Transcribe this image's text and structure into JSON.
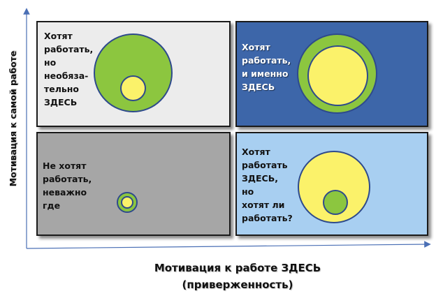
{
  "axes": {
    "y_label": "Мотивация к самой работе",
    "x_label_line1": "Мотивация к работе  ЗДЕСЬ",
    "x_label_line2": "(приверженность)"
  },
  "quadrants": {
    "top_left": {
      "text": "Хотят\nработать,\nно\nнеобяза-\nтельно\nЗДЕСЬ",
      "outer_circle": "green",
      "inner_circle": "yellow"
    },
    "top_right": {
      "text": "Хотят\nработать,\nи именно\nЗДЕСЬ",
      "outer_circle": "green",
      "inner_circle": "yellow"
    },
    "bottom_left": {
      "text": "Не хотят\nработать,\nневажно\nгде",
      "outer_circle": "green",
      "inner_circle": "yellow"
    },
    "bottom_right": {
      "text": "Хотят\nработать\nЗДЕСЬ,\nно\nхотят ли\nработать?",
      "outer_circle": "yellow",
      "inner_circle": "green"
    }
  },
  "colors": {
    "top_left_bg": "#ececec",
    "top_right_bg": "#3d66a9",
    "bottom_left_bg": "#a6a6a6",
    "bottom_right_bg": "#a8cff1",
    "green": "#8cc63f",
    "yellow": "#fbf26a",
    "circle_border": "#2e4a8c",
    "axis": "#4a6fb5"
  }
}
